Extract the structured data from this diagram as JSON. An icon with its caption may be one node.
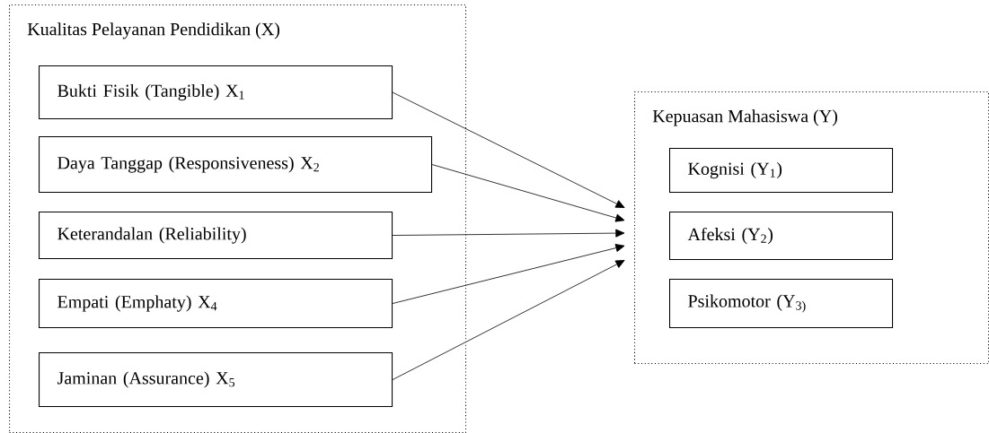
{
  "diagram": {
    "nodes": [
      {
        "text": [
          "Kualitas Pelayanan Pendidikan (X)"
        ]
      },
      {
        "text": [
          "Bukti Fisik (Tangible) X$_{1}$"
        ],
        "in": 0
      },
      {
        "text": [
          "Daya Tanggap (Responsiveness) X$_{2}$"
        ],
        "in": 0
      },
      {
        "text": [
          "Keterandalan (Reliability)"
        ],
        "in": 0
      },
      {
        "text": [
          "Empati (Emphaty) X$_{4}$"
        ],
        "in": 0
      },
      {
        "text": [
          "Jaminan (Assurance) X$_{5}$"
        ],
        "in": 0
      },
      {
        "text": [
          "Kepuasan Mahasiswa (Y)"
        ]
      },
      {
        "text": [
          "Kognisi (Y$_{1}$)"
        ],
        "in": 6
      },
      {
        "text": [
          "Afeksi (Y$_{2}$)"
        ],
        "in": 6
      },
      {
        "text": [
          "Psikomotor (Y$_{3)}$"
        ],
        "in": 6
      }
    ],
    "edges": [
      {
        "from": 1,
        "to": 6,
        "arrow": "to"
      },
      {
        "from": 2,
        "to": 6,
        "arrow": "to"
      },
      {
        "from": 3,
        "to": 6,
        "arrow": "to"
      },
      {
        "from": 4,
        "to": 6,
        "arrow": "to"
      },
      {
        "from": 5,
        "to": 6,
        "arrow": "to"
      }
    ]
  }
}
